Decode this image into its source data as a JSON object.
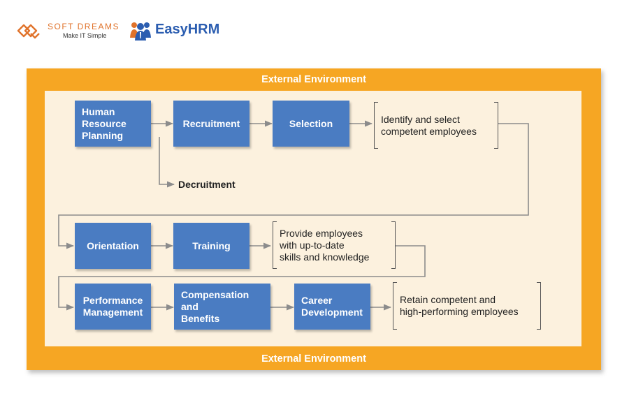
{
  "logos": {
    "soft_dreams": {
      "name": "SOFT DREAMS",
      "tagline": "Make IT Simple",
      "color": "#e0732b"
    },
    "easyhrm": {
      "name": "EasyHRM",
      "color": "#2b5db0"
    }
  },
  "diagram": {
    "external_top": "External Environment",
    "external_bottom": "External Environment",
    "colors": {
      "frame": "#f6a623",
      "inner": "#fcf1de",
      "box": "#4a7cc2",
      "arrow": "#8c8c8c"
    },
    "boxes": {
      "hr_planning": "Human\nResource\nPlanning",
      "recruitment": "Recruitment",
      "selection": "Selection",
      "orientation": "Orientation",
      "training": "Training",
      "performance": "Performance\nManagement",
      "compensation": "Compensation\nand\nBenefits",
      "career": "Career\nDevelopment"
    },
    "decruitment": "Decruitment",
    "outcomes": {
      "identify": "Identify and select\ncompetent employees",
      "provide": "Provide employees\nwith up-to-date\nskills and knowledge",
      "retain": "Retain competent and\nhigh-performing employees"
    }
  }
}
